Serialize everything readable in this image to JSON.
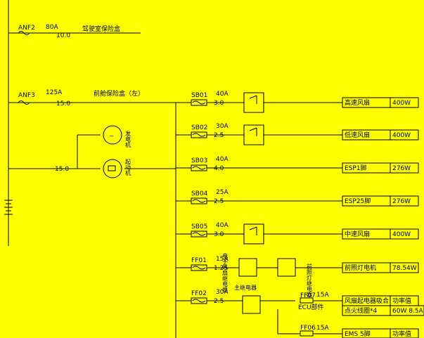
{
  "background_color": "#FFFF00",
  "line_color": "#000000",
  "mains": [
    {
      "id": "ANF2",
      "rating": "80A",
      "wire": "10.0",
      "desc": "驾驶室保险盒"
    },
    {
      "id": "ANF3",
      "rating": "125A",
      "wire": "15.0",
      "desc": "前舱保险盒（左）"
    }
  ],
  "branch_wire": "15.0",
  "left_devices": [
    {
      "label": "发电机",
      "icon": "alternator-icon"
    },
    {
      "label": "起动机",
      "icon": "starter-motor-icon"
    }
  ],
  "fuses": [
    {
      "id": "SB01",
      "rating": "40A",
      "wire": "3.0",
      "load": "高速风扇",
      "power": "400W"
    },
    {
      "id": "SB02",
      "rating": "30A",
      "wire": "2.5",
      "load": "低速风扇",
      "power": "400W"
    },
    {
      "id": "SB03",
      "rating": "40A",
      "wire": "4.0",
      "load": "ESP1脚",
      "power": "276W"
    },
    {
      "id": "SB04",
      "rating": "25A",
      "wire": "2.5",
      "load": "ESP25脚",
      "power": "276W"
    },
    {
      "id": "SB05",
      "rating": "40A",
      "wire": "3.0",
      "load": "中速风扇",
      "power": "400W"
    },
    {
      "id": "FF01",
      "rating": "15A",
      "wire": "1.25",
      "load": "前照灯电机",
      "power": "78.54W"
    },
    {
      "id": "FF02",
      "rating": "30A",
      "wire": "2.5",
      "load": "风扇起电器吸合",
      "power": "功率值"
    }
  ],
  "relays": {
    "main_relay": "主继电器",
    "vertical_label": "电子风扇继电器",
    "right_vertical_label": "前照灯继电器"
  },
  "sub_fuses": [
    {
      "id": "FF07",
      "rating": "15A",
      "desc": "ECU部件"
    },
    {
      "id": "FF06",
      "rating": "15A",
      "load": "EMS 5脚",
      "power": "功率值"
    }
  ],
  "extra_load": {
    "label": "点火线圈*4",
    "power": "60W 8.5A"
  }
}
